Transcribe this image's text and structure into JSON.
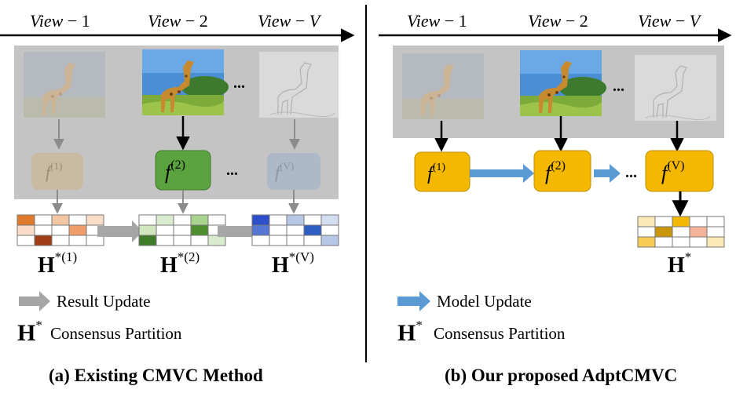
{
  "colors": {
    "panel_gray": "#c4c4c4",
    "giraffe_sky": "#3e88d0",
    "giraffe_grass": "#79a437",
    "giraffe_body": "#c9892d",
    "green": "#5aa33f",
    "orange": "#f5b800",
    "blue_arrow": "#5b9bd5",
    "gray_arrow": "#a6a6a6"
  },
  "left": {
    "views": [
      {
        "name": "View",
        "suffix": "1"
      },
      {
        "name": "View",
        "suffix": "2"
      },
      {
        "name": "View",
        "suffix": "V"
      }
    ],
    "ellipsis": "...",
    "nodes": [
      {
        "f": "f",
        "sup": "(1)"
      },
      {
        "f": "f",
        "sup": "(2)"
      },
      {
        "f": "f",
        "sup": "(V)"
      }
    ],
    "partitions": [
      {
        "label": "H",
        "sup": "*(1)"
      },
      {
        "label": "H",
        "sup": "*(2)"
      },
      {
        "label": "H",
        "sup": "*(V)"
      }
    ],
    "legend_arrow_text": "Result Update",
    "legend_h": "H",
    "legend_h_sup": "*",
    "legend_consensus_text": "Consensus Partition",
    "caption": "(a) Existing CMVC Method"
  },
  "right": {
    "views": [
      {
        "name": "View",
        "suffix": "1"
      },
      {
        "name": "View",
        "suffix": "2"
      },
      {
        "name": "View",
        "suffix": "V"
      }
    ],
    "ellipsis": "...",
    "nodes": [
      {
        "f": "f",
        "sup": "(1)"
      },
      {
        "f": "f",
        "sup": "(2)"
      },
      {
        "f": "f",
        "sup": "(V)"
      }
    ],
    "partition": {
      "label": "H",
      "sup": "*"
    },
    "legend_arrow_text": "Model Update",
    "legend_h": "H",
    "legend_h_sup": "*",
    "legend_consensus_text": "Consensus Partition",
    "caption": "(b) Our proposed AdptCMVC"
  }
}
